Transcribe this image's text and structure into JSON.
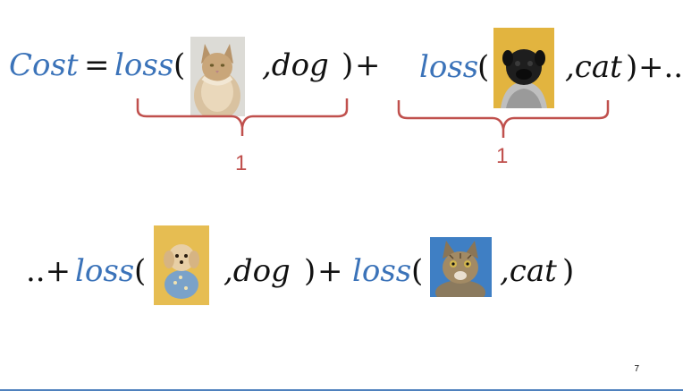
{
  "slide": {
    "page_number": "7"
  },
  "equation": {
    "line1": {
      "cost_label": "Cost",
      "equals": "=",
      "term1": {
        "func": "loss",
        "open": "(",
        "image_icon": "long-haired-cat-photo",
        "label": ",dog",
        "close": ")",
        "plus": "+"
      },
      "term2": {
        "func": "loss",
        "open": "(",
        "image_icon": "pug-dog-photo",
        "label": ",cat",
        "close": ")",
        "trail": "+.."
      }
    },
    "braces": [
      {
        "value": "1"
      },
      {
        "value": "1"
      }
    ],
    "line2": {
      "lead": "..+",
      "term3": {
        "func": "loss",
        "open": "(",
        "image_icon": "small-dog-photo",
        "label": ",dog",
        "close": ")",
        "plus": "+"
      },
      "term4": {
        "func": "loss",
        "open": "(",
        "image_icon": "tabby-cat-photo",
        "label": ",cat",
        "close": ")"
      }
    }
  },
  "colors": {
    "blue_text": "#3b73b9",
    "brace_red": "#c0504d",
    "yellow_bg": "#e2b43f",
    "sky_blue": "#3f7fc4",
    "footer_bar": "#4f81bd"
  }
}
